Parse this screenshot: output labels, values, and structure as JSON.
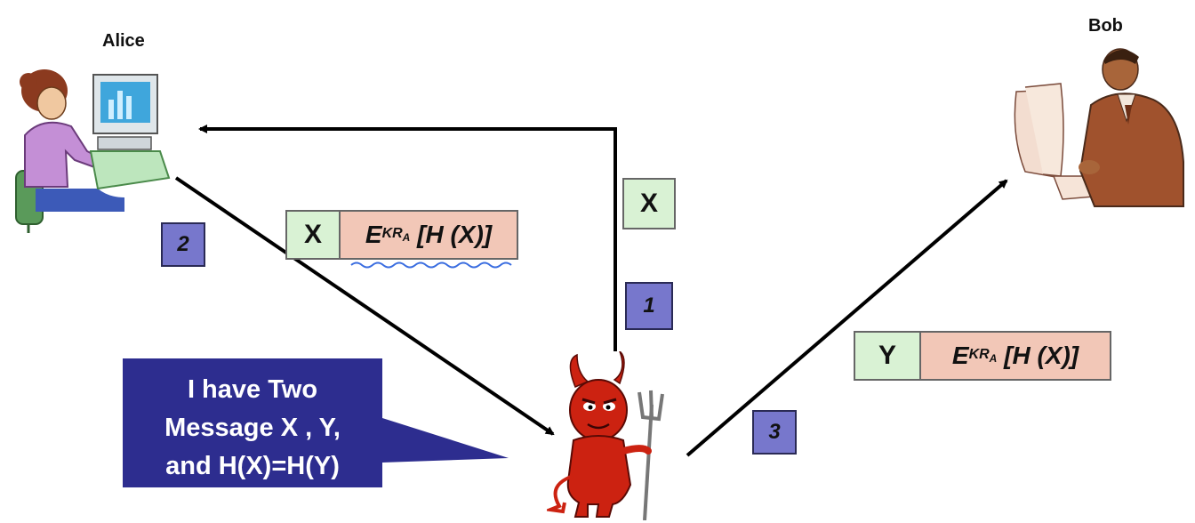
{
  "people": {
    "alice": "Alice",
    "bob": "Bob"
  },
  "steps": [
    "1",
    "2",
    "3"
  ],
  "message_1": {
    "plain": "X"
  },
  "message_2": {
    "plain": "X",
    "sig_main": "E",
    "sig_sub": "KR",
    "sig_subsub": "A",
    "sig_tail": "[H (X)]"
  },
  "message_3": {
    "plain": "Y",
    "sig_main": "E",
    "sig_sub": "KR",
    "sig_subsub": "A",
    "sig_tail": "[H (X)]"
  },
  "callout": {
    "line1": "I have Two",
    "line2": "Message X , Y,",
    "line3": "and H(X)=H(Y)"
  },
  "colors": {
    "step_box": "#7777cc",
    "plain_cell": "#d9f2d4",
    "sig_cell": "#f2c7b7",
    "callout": "#2d2d8f",
    "devil": "#cc2211"
  },
  "icons": [
    "alice-at-computer-icon",
    "bob-at-computer-icon",
    "devil-attacker-icon"
  ]
}
